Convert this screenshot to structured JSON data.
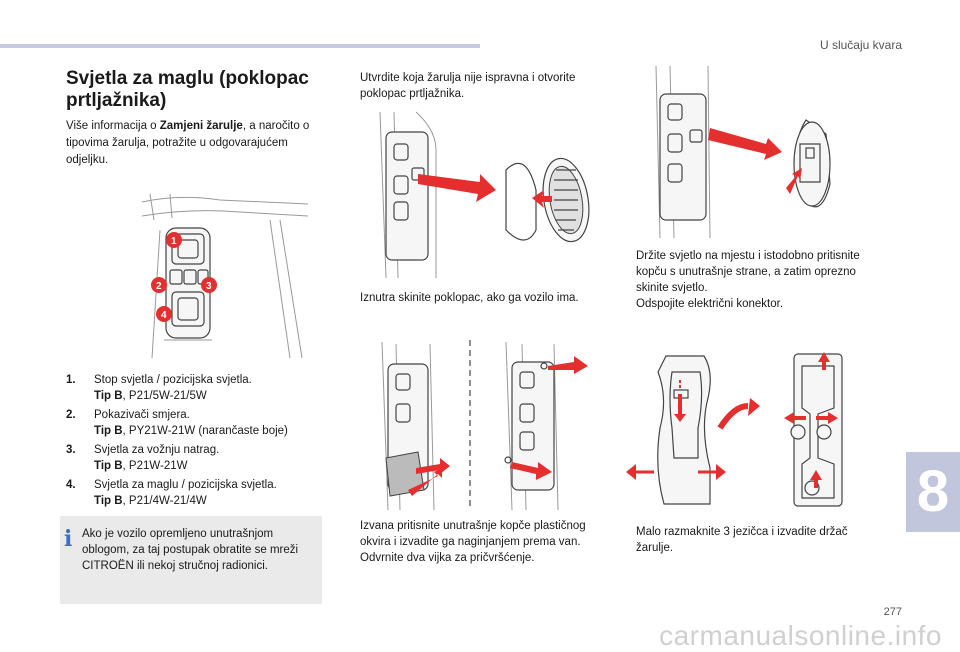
{
  "header": {
    "section": "U slučaju kvara",
    "page_number": "277",
    "chapter_tab": "8"
  },
  "title": "Svjetla za maglu (poklopac prtljažnika)",
  "intro": {
    "before": "Više informacija o ",
    "bold": "Zamjeni žarulje",
    "after": ", a naročito o tipovima žarulja, potražite u odgovarajućem odjeljku."
  },
  "diagram_badges": [
    "1",
    "2",
    "3",
    "4"
  ],
  "legend": [
    {
      "num": "1.",
      "label": "Stop svjetla / pozicijska svjetla.",
      "tip_label": "Tip B",
      "tip_value": ", P21/5W-21/5W"
    },
    {
      "num": "2.",
      "label": "Pokazivači smjera.",
      "tip_label": "Tip B",
      "tip_value": ", PY21W-21W (narančaste boje)"
    },
    {
      "num": "3.",
      "label": "Svjetla za vožnju natrag.",
      "tip_label": "Tip B",
      "tip_value": ", P21W-21W"
    },
    {
      "num": "4.",
      "label": "Svjetla za maglu / pozicijska svjetla.",
      "tip_label": "Tip B",
      "tip_value": ", P21/4W-21/4W"
    }
  ],
  "note": "Ako je vozilo opremljeno unutrašnjom oblogom, za taj postupak obratite se mreži CITROËN ili nekoj stručnoj radionici.",
  "steps": {
    "s1": "Utvrdite koja žarulja nije ispravna i otvorite poklopac prtljažnika.",
    "s2": "Iznutra skinite poklopac, ako ga vozilo ima.",
    "s3": "Izvana pritisnite unutrašnje kopče plastičnog okvira i izvadite ga naginjanjem prema van.",
    "s4": "Odvrnite dva vijka za pričvršćenje.",
    "s5": "Držite svjetlo na mjestu i istodobno pritisnite kopču s unutrašnje strane, a zatim oprezno skinite svjetlo.",
    "s6": "Odspojite električni konektor.",
    "s7": "Malo razmaknite 3 jezičca i izvadite držač žarulje."
  },
  "bullet_glyph": "",
  "watermark": "carmanualsonline.info",
  "colors": {
    "accent": "#e52e2e",
    "tab": "#c2c6dc",
    "note_bg": "#eaeaea",
    "info_icon": "#3a6fc4"
  }
}
